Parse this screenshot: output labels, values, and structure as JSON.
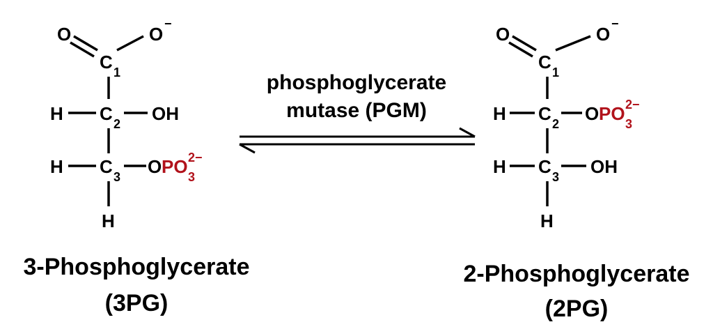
{
  "enzyme": {
    "line1": "phosphoglycerate",
    "line2": "mutase (PGM)"
  },
  "left": {
    "name": "3-Phosphoglycerate",
    "abbr": "(3PG)",
    "atoms": {
      "o_double": "O",
      "o_minus": "O",
      "minus": "−",
      "c1": "C",
      "c1_num": "1",
      "c2": "C",
      "c2_num": "2",
      "c3": "C",
      "c3_num": "3",
      "h_c2": "H",
      "oh_c2": "OH",
      "h_c3": "H",
      "o_link": "O",
      "po": "PO",
      "po_sub": "3",
      "po_charge": "2−",
      "h_bottom": "H"
    }
  },
  "right": {
    "name": "2-Phosphoglycerate",
    "abbr": "(2PG)",
    "atoms": {
      "o_double": "O",
      "o_minus": "O",
      "minus": "−",
      "c1": "C",
      "c1_num": "1",
      "c2": "C",
      "c2_num": "2",
      "c3": "C",
      "c3_num": "3",
      "h_c2": "H",
      "o_link": "O",
      "po": "PO",
      "po_sub": "3",
      "po_charge": "2−",
      "h_c3": "H",
      "oh_c3": "OH",
      "h_bottom": "H"
    }
  },
  "colors": {
    "phosphate": "#b1121b",
    "text": "#000000"
  }
}
